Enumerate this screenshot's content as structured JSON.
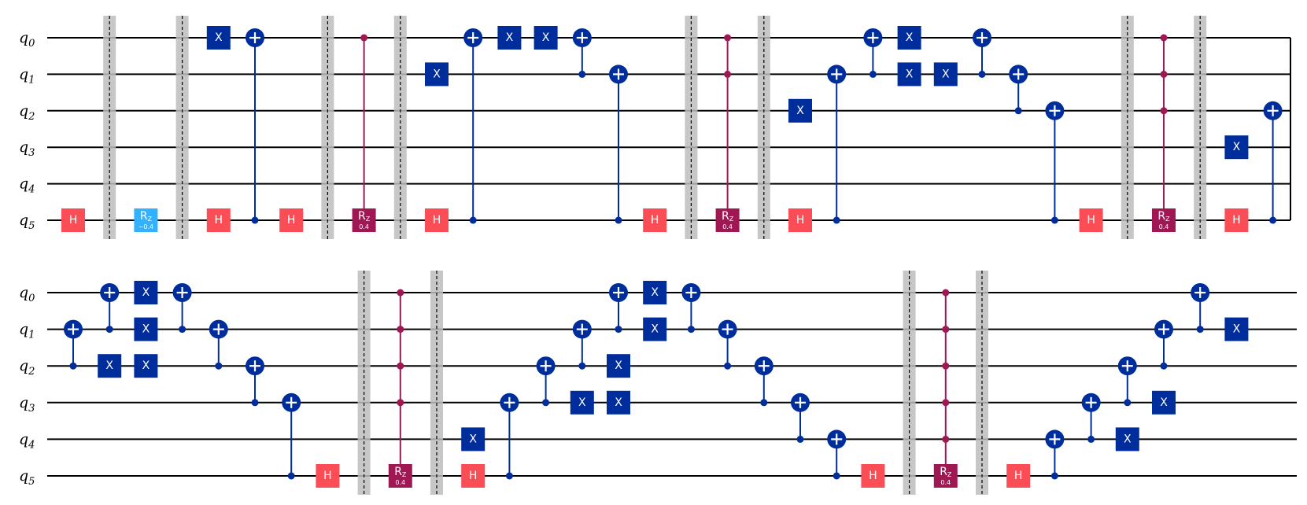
{
  "colors": {
    "wire": "#000000",
    "hadamard": "#fa4d56",
    "pauli_x": "#002d9c",
    "cnot": "#002d9c",
    "rz_single": "#33b1ff",
    "rz_controlled": "#9f1853",
    "barrier": "#bdbdbd"
  },
  "qubit_labels": [
    {
      "base": "q",
      "sub": "0"
    },
    {
      "base": "q",
      "sub": "1"
    },
    {
      "base": "q",
      "sub": "2"
    },
    {
      "base": "q",
      "sub": "3"
    },
    {
      "base": "q",
      "sub": "4"
    },
    {
      "base": "q",
      "sub": "5"
    }
  ],
  "gate_labels": {
    "h": "H",
    "x": "X",
    "rz_base": "R",
    "rz_sub": "Z"
  },
  "rz_params": {
    "negative": "−0.4",
    "positive": "0.4"
  },
  "rows": [
    {
      "ops": [
        {
          "type": "h",
          "col": 0,
          "q": 5
        },
        {
          "type": "barrier",
          "col": 1
        },
        {
          "type": "rz",
          "col": 2,
          "q": 5,
          "param": "negative",
          "style": "single"
        },
        {
          "type": "barrier",
          "col": 3
        },
        {
          "type": "x",
          "col": 4,
          "q": 0
        },
        {
          "type": "h",
          "col": 4,
          "q": 5
        },
        {
          "type": "cx",
          "col": 5,
          "c": [
            5
          ],
          "t": 0
        },
        {
          "type": "h",
          "col": 6,
          "q": 5
        },
        {
          "type": "barrier",
          "col": 7
        },
        {
          "type": "mcrz",
          "col": 8,
          "c": [
            0
          ],
          "t": 5,
          "param": "positive"
        },
        {
          "type": "barrier",
          "col": 9
        },
        {
          "type": "x",
          "col": 10,
          "q": 1
        },
        {
          "type": "h",
          "col": 10,
          "q": 5
        },
        {
          "type": "cx",
          "col": 11,
          "c": [
            5
          ],
          "t": 0
        },
        {
          "type": "x",
          "col": 12,
          "q": 0
        },
        {
          "type": "x",
          "col": 13,
          "q": 0
        },
        {
          "type": "cx",
          "col": 14,
          "c": [
            1
          ],
          "t": 0
        },
        {
          "type": "cx",
          "col": 15,
          "c": [
            5
          ],
          "t": 1
        },
        {
          "type": "h",
          "col": 16,
          "q": 5
        },
        {
          "type": "barrier",
          "col": 17
        },
        {
          "type": "mcrz",
          "col": 18,
          "c": [
            0,
            1
          ],
          "t": 5,
          "param": "positive"
        },
        {
          "type": "barrier",
          "col": 19
        },
        {
          "type": "x",
          "col": 20,
          "q": 2
        },
        {
          "type": "h",
          "col": 20,
          "q": 5
        },
        {
          "type": "cx",
          "col": 21,
          "c": [
            5
          ],
          "t": 1
        },
        {
          "type": "cx",
          "col": 22,
          "c": [
            1
          ],
          "t": 0
        },
        {
          "type": "x",
          "col": 23,
          "q": 0
        },
        {
          "type": "x",
          "col": 23,
          "q": 1
        },
        {
          "type": "x",
          "col": 24,
          "q": 1
        },
        {
          "type": "cx",
          "col": 25,
          "c": [
            1
          ],
          "t": 0
        },
        {
          "type": "cx",
          "col": 26,
          "c": [
            2
          ],
          "t": 1
        },
        {
          "type": "cx",
          "col": 27,
          "c": [
            5
          ],
          "t": 2
        },
        {
          "type": "h",
          "col": 28,
          "q": 5
        },
        {
          "type": "barrier",
          "col": 29
        },
        {
          "type": "mcrz",
          "col": 30,
          "c": [
            0,
            1,
            2
          ],
          "t": 5,
          "param": "positive"
        },
        {
          "type": "barrier",
          "col": 31
        },
        {
          "type": "x",
          "col": 32,
          "q": 3
        },
        {
          "type": "h",
          "col": 32,
          "q": 5
        },
        {
          "type": "cx",
          "col": 33,
          "c": [
            5
          ],
          "t": 2
        }
      ]
    },
    {
      "ops": [
        {
          "type": "cx",
          "col": 0,
          "c": [
            2
          ],
          "t": 1
        },
        {
          "type": "cx",
          "col": 1,
          "c": [
            1
          ],
          "t": 0
        },
        {
          "type": "x",
          "col": 1,
          "q": 2
        },
        {
          "type": "x",
          "col": 2,
          "q": 0
        },
        {
          "type": "x",
          "col": 2,
          "q": 1
        },
        {
          "type": "x",
          "col": 2,
          "q": 2
        },
        {
          "type": "cx",
          "col": 3,
          "c": [
            1
          ],
          "t": 0
        },
        {
          "type": "cx",
          "col": 4,
          "c": [
            2
          ],
          "t": 1
        },
        {
          "type": "cx",
          "col": 5,
          "c": [
            3
          ],
          "t": 2
        },
        {
          "type": "cx",
          "col": 6,
          "c": [
            5
          ],
          "t": 3
        },
        {
          "type": "h",
          "col": 7,
          "q": 5
        },
        {
          "type": "barrier",
          "col": 8
        },
        {
          "type": "mcrz",
          "col": 9,
          "c": [
            0,
            1,
            2,
            3
          ],
          "t": 5,
          "param": "positive"
        },
        {
          "type": "barrier",
          "col": 10
        },
        {
          "type": "x",
          "col": 11,
          "q": 4
        },
        {
          "type": "h",
          "col": 11,
          "q": 5
        },
        {
          "type": "cx",
          "col": 12,
          "c": [
            5
          ],
          "t": 3
        },
        {
          "type": "cx",
          "col": 13,
          "c": [
            3
          ],
          "t": 2
        },
        {
          "type": "cx",
          "col": 14,
          "c": [
            2
          ],
          "t": 1
        },
        {
          "type": "x",
          "col": 14,
          "q": 3
        },
        {
          "type": "cx",
          "col": 15,
          "c": [
            1
          ],
          "t": 0
        },
        {
          "type": "x",
          "col": 15,
          "q": 2
        },
        {
          "type": "x",
          "col": 15,
          "q": 3
        },
        {
          "type": "x",
          "col": 16,
          "q": 0
        },
        {
          "type": "x",
          "col": 16,
          "q": 1
        },
        {
          "type": "cx",
          "col": 17,
          "c": [
            1
          ],
          "t": 0
        },
        {
          "type": "cx",
          "col": 18,
          "c": [
            2
          ],
          "t": 1
        },
        {
          "type": "cx",
          "col": 19,
          "c": [
            3
          ],
          "t": 2
        },
        {
          "type": "cx",
          "col": 20,
          "c": [
            4
          ],
          "t": 3
        },
        {
          "type": "cx",
          "col": 21,
          "c": [
            5
          ],
          "t": 4
        },
        {
          "type": "h",
          "col": 22,
          "q": 5
        },
        {
          "type": "barrier",
          "col": 23
        },
        {
          "type": "mcrz",
          "col": 24,
          "c": [
            0,
            1,
            2,
            3,
            4
          ],
          "t": 5,
          "param": "positive"
        },
        {
          "type": "barrier",
          "col": 25
        },
        {
          "type": "h",
          "col": 26,
          "q": 5
        },
        {
          "type": "cx",
          "col": 27,
          "c": [
            5
          ],
          "t": 4
        },
        {
          "type": "cx",
          "col": 28,
          "c": [
            4
          ],
          "t": 3
        },
        {
          "type": "x",
          "col": 29,
          "q": 4
        },
        {
          "type": "cx",
          "col": 29,
          "c": [
            3
          ],
          "t": 2
        },
        {
          "type": "cx",
          "col": 30,
          "c": [
            2
          ],
          "t": 1
        },
        {
          "type": "x",
          "col": 30,
          "q": 3
        },
        {
          "type": "cx",
          "col": 31,
          "c": [
            1
          ],
          "t": 0
        },
        {
          "type": "x",
          "col": 32,
          "q": 1
        }
      ]
    }
  ]
}
